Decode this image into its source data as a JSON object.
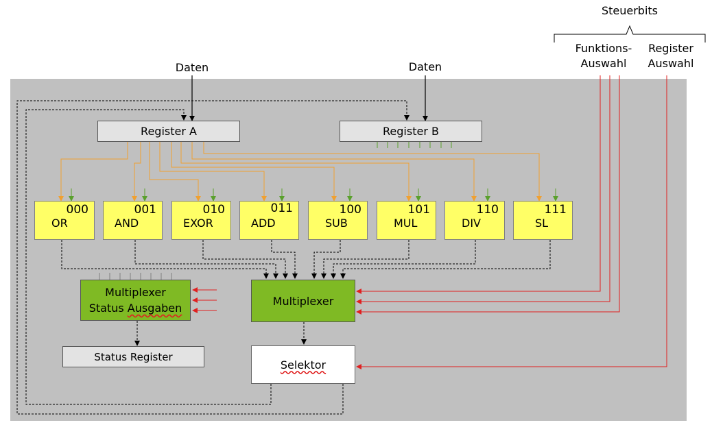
{
  "labels": {
    "steuerbits": "Steuerbits",
    "funktions_auswahl_1": "Funktions-",
    "funktions_auswahl_2": "Auswahl",
    "register_auswahl_1": "Register",
    "register_auswahl_2": "Auswahl",
    "daten_a": "Daten",
    "daten_b": "Daten"
  },
  "registers": {
    "a": "Register A",
    "b": "Register B",
    "status": "Status Register"
  },
  "units": [
    {
      "code": "000",
      "op": "OR"
    },
    {
      "code": "001",
      "op": "AND"
    },
    {
      "code": "010",
      "op": "EXOR"
    },
    {
      "code": "011",
      "op": "ADD"
    },
    {
      "code": "100",
      "op": "SUB"
    },
    {
      "code": "101",
      "op": "MUL"
    },
    {
      "code": "110",
      "op": "DIV"
    },
    {
      "code": "111",
      "op": "SL"
    }
  ],
  "mux_status": {
    "line1": "Multiplexer",
    "line2": "Status",
    "line3": "Ausgaben"
  },
  "mux_main": "Multiplexer",
  "selector": "Selektor",
  "colors": {
    "panel": "#c0c0c0",
    "unit_fill": "#ffff66",
    "mux_fill": "#7fba24",
    "register_fill": "#e3e3e3",
    "wire_data": "#f0a030",
    "wire_b": "#5aa02c",
    "wire_control": "#e02020",
    "wire_result": "#000000"
  }
}
